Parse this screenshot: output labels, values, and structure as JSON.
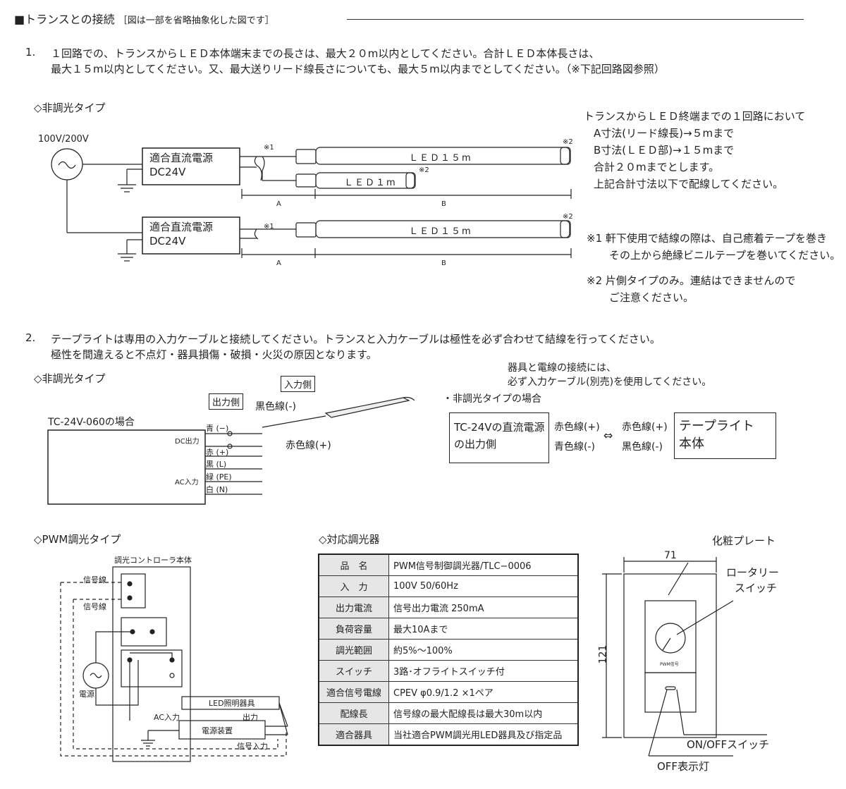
{
  "header": {
    "marker": "■",
    "title": "トランスとの接続",
    "note": "［図は一部を省略抽象化した図です］"
  },
  "section1": {
    "num": "1.",
    "line1": "１回路での、トランスからＬＥＤ本体端末までの長さは、最大２０m以内としてください。合計ＬＥＤ本体長さは、",
    "line2": "最大１５m以内としてください。又、最大送りリード線長さについても、最大５m以内までとしてください。（※下記回路図参照）",
    "subtitle": "◇非調光タイプ",
    "voltage": "100V/200V",
    "psu1_l1": "適合直流電源",
    "psu1_l2": "DC24V",
    "psu2_l1": "適合直流電源",
    "psu2_l2": "DC24V",
    "led1": "ＬＥＤ１５m",
    "led2": "ＬＥＤ１m",
    "led3": "ＬＥＤ１５m",
    "mark1": "※1",
    "mark2": "※2",
    "dim_a": "A",
    "dim_b": "B",
    "note_title": "トランスからＬＥＤ終端までの１回路において",
    "note_a": "A寸法(リード線長)→５mまで",
    "note_b": "B寸法(ＬＥＤ部)→１５mまで",
    "note_total": "合計２０mまでとします。",
    "note_wire": "上記合計寸法以下で配線してください。",
    "fn1_l1": "※1  軒下使用で結線の際は、自己癒着テープを巻き",
    "fn1_l2": "その上から絶縁ビニルテープを巻いてください。",
    "fn2_l1": "※2  片側タイプのみ。連結はできませんので",
    "fn2_l2": "ご注意ください。"
  },
  "section2": {
    "num": "2.",
    "line1": "テープライトは専用の入力ケーブルと接続してください。トランスと入力ケーブルは極性を必ず合わせて結線を行ってください。",
    "line2": "極性を間違えると不点灯・器具損傷・破損・火災の原因となります。",
    "subtitle": "◇非調光タイプ",
    "model_label": "TC-24V-060の場合",
    "output_side": "出力側",
    "input_side": "入力側",
    "black_wire": "黒色線(-)",
    "red_wire": "赤色線(+)",
    "dc_out": "DC出力",
    "ac_in": "AC入力",
    "term_blue": "青 (−)",
    "term_red": "赤 (+)",
    "term_black": "黒 (L)",
    "term_green": "緑 (PE)",
    "term_white": "白 (N)",
    "req_l1": "器具と電線の接続には、",
    "req_l2": "必ず入力ケーブル(別売)を使用してください。",
    "case_label": "・非調光タイプの場合",
    "box_left_l1": "TC-24Vの直流電源",
    "box_left_l2": "の出力側",
    "left_red": "赤色線(+)",
    "left_blue": "青色線(-)",
    "arrow": "⇔",
    "right_red": "赤色線(+)",
    "right_black": "黒色線(-)",
    "box_right_l1": "テープライト",
    "box_right_l2": "本体"
  },
  "pwm": {
    "subtitle": "◇PWM調光タイプ",
    "controller": "調光コントローラ本体",
    "signal1": "信号線",
    "signal2": "信号線",
    "power": "電源",
    "led_fixture": "LED照明器具",
    "ac_input": "AC入力",
    "output": "出力",
    "psu": "電源装置",
    "signal_input": "信号入力"
  },
  "dimmer": {
    "subtitle": "◇対応調光器",
    "rows": [
      {
        "k": "品　名",
        "v": "PWM信号制御調光器/TLC−0006"
      },
      {
        "k": "入　力",
        "v": "100V  50/60Hz"
      },
      {
        "k": "出力電流",
        "v": "信号出力電流  250mA"
      },
      {
        "k": "負荷容量",
        "v": "最大10Aまで"
      },
      {
        "k": "調光範囲",
        "v": "約5%〜100%"
      },
      {
        "k": "スイッチ",
        "v": "3路･オフライトスイッチ付"
      },
      {
        "k": "適合信号電線",
        "v": "CPEV φ0.9/1.2  ×1ペア"
      },
      {
        "k": "配線長",
        "v": "信号線の最大配線長は最大30m以内"
      },
      {
        "k": "適合器具",
        "v": "当社適合PWM調光用LED器具及び指定品"
      }
    ]
  },
  "plate": {
    "decor_plate": "化粧プレート",
    "rotary_l1": "ロータリー",
    "rotary_l2": "スイッチ",
    "width": "71",
    "height": "121",
    "pwm_label": "PWM信号",
    "onoff": "ON/OFFスイッチ",
    "off_lamp": "OFF表示灯"
  }
}
